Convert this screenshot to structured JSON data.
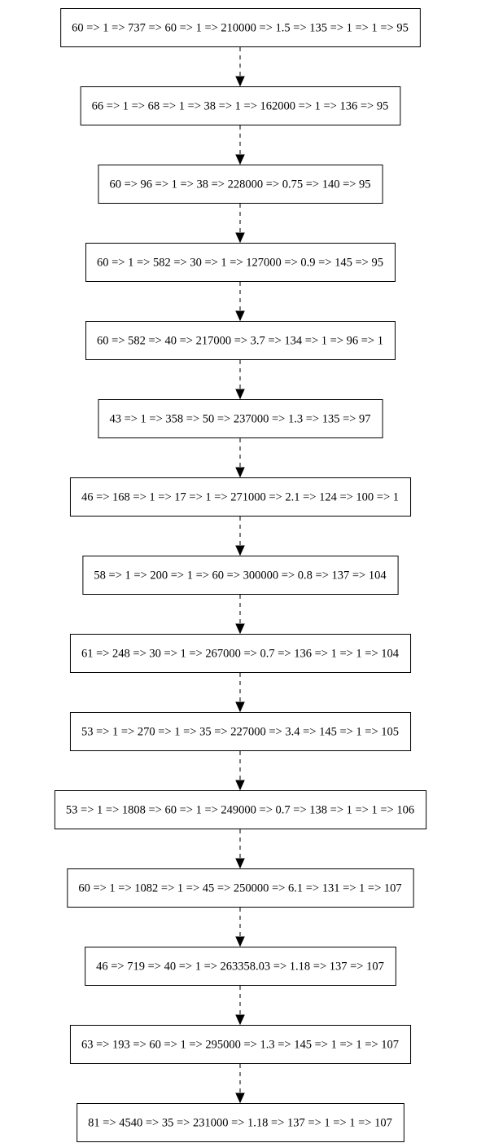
{
  "nodes": [
    {
      "label": "60 => 1 => 737 => 60 => 1 => 210000 => 1.5 => 135 => 1 => 1 => 95"
    },
    {
      "label": "66 => 1 => 68 => 1 => 38 => 1 => 162000 => 1 => 136 => 95"
    },
    {
      "label": "60 => 96 => 1 => 38 => 228000 => 0.75 => 140 => 95"
    },
    {
      "label": "60 => 1 => 582 => 30 => 1 => 127000 => 0.9 => 145 => 95"
    },
    {
      "label": "60 => 582 => 40 => 217000 => 3.7 => 134 => 1 => 96 => 1"
    },
    {
      "label": "43 => 1 => 358 => 50 => 237000 => 1.3 => 135 => 97"
    },
    {
      "label": "46 => 168 => 1 => 17 => 1 => 271000 => 2.1 => 124 => 100 => 1"
    },
    {
      "label": "58 => 1 => 200 => 1 => 60 => 300000 => 0.8 => 137 => 104"
    },
    {
      "label": "61 => 248 => 30 => 1 => 267000 => 0.7 => 136 => 1 => 1 => 104"
    },
    {
      "label": "53 => 1 => 270 => 1 => 35 => 227000 => 3.4 => 145 => 1 => 105"
    },
    {
      "label": "53 => 1 => 1808 => 60 => 1 => 249000 => 0.7 => 138 => 1 => 1 => 106"
    },
    {
      "label": "60 => 1 => 1082 => 1 => 45 => 250000 => 6.1 => 131 => 1 => 107"
    },
    {
      "label": "46 => 719 => 40 => 1 => 263358.03 => 1.18 => 137 => 107"
    },
    {
      "label": "63 => 193 => 60 => 1 => 295000 => 1.3 => 145 => 1 => 1 => 107"
    },
    {
      "label": "81 => 4540 => 35 => 231000 => 1.18 => 137 => 1 => 1 => 107"
    }
  ]
}
